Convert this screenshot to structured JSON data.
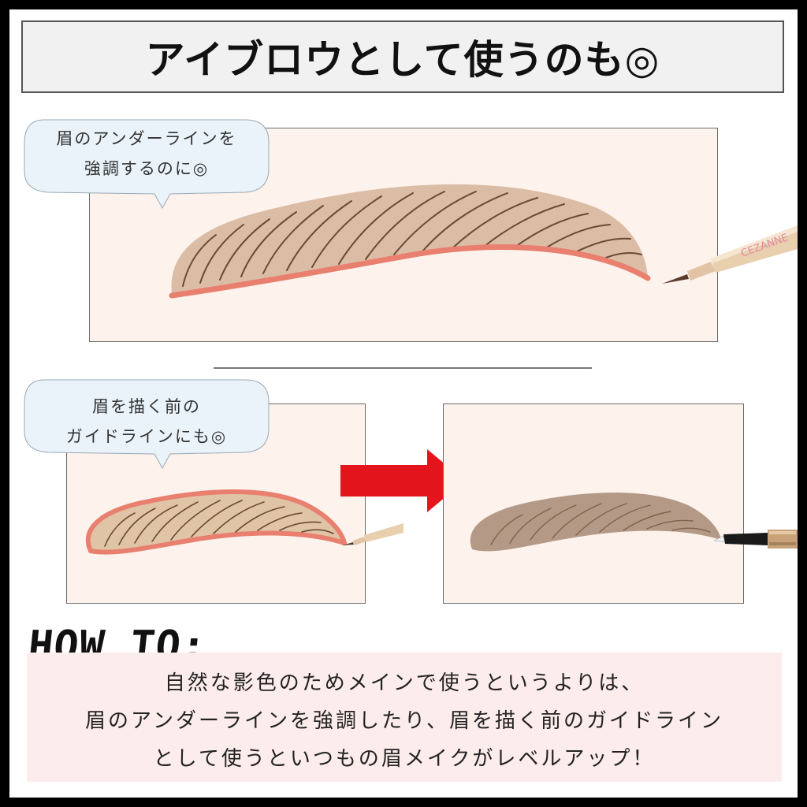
{
  "title": "アイブロウとして使うのも◎",
  "bubble_top": {
    "line1": "眉のアンダーラインを",
    "line2": "強調するのに◎"
  },
  "bubble_bottom": {
    "line1": "眉を描く前の",
    "line2": "ガイドラインにも◎"
  },
  "pencil_brand": "CEZANNE",
  "howto": {
    "label": "HOW TO:",
    "lines": [
      "自然な影色のためメインで使うというよりは、",
      "眉のアンダーラインを強調したり、眉を描く前のガイドライン",
      "として使うといつもの眉メイクがレベルアップ！"
    ]
  },
  "colors": {
    "panel_bg": "#fdf3ec",
    "brow_fill": "#d9b9a2",
    "brow_hair": "#6b4a33",
    "underline": "#e87f6f",
    "arrow": "#e3141c",
    "howto_bg": "#fdecec"
  }
}
